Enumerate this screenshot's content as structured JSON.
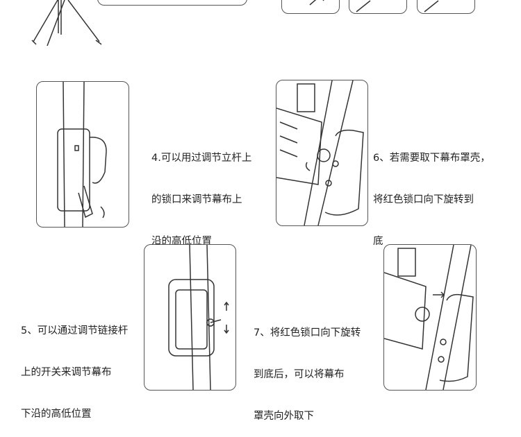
{
  "steps": [
    {
      "lines": [
        "4.可以用过调节立杆上",
        " 的锁口来调节幕布上",
        " 沿的高低位置"
      ]
    },
    {
      "lines": [
        "5、可以通过调节链接杆",
        "    上的开关来调节幕布",
        "    下沿的高低位置"
      ]
    },
    {
      "lines": [
        "6、若需要取下幕布罩壳，",
        "    将红色锁口向下旋转到",
        "    底"
      ]
    },
    {
      "lines": [
        "7、将红色锁口向下旋转",
        "    到底后，可以将幕布",
        "    罩壳向外取下"
      ]
    }
  ]
}
